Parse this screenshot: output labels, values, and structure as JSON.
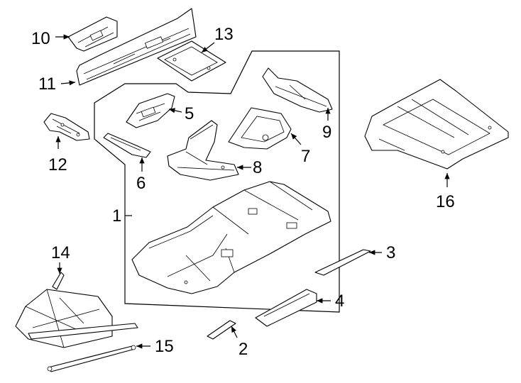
{
  "callouts": {
    "c1": "1",
    "c2": "2",
    "c3": "3",
    "c4": "4",
    "c5": "5",
    "c6": "6",
    "c7": "7",
    "c8": "8",
    "c9": "9",
    "c10": "10",
    "c11": "11",
    "c12": "12",
    "c13": "13",
    "c14": "14",
    "c15": "15",
    "c16": "16"
  }
}
